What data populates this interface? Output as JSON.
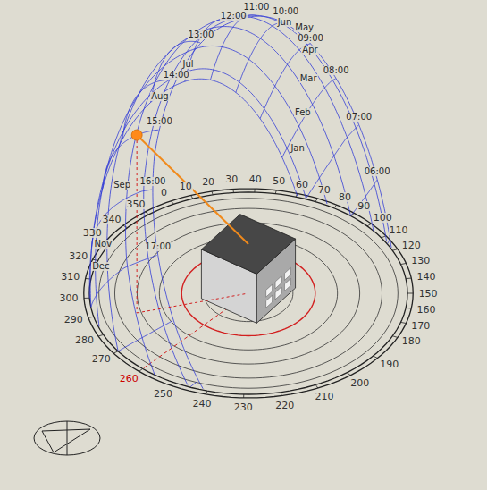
{
  "diagram": {
    "labels": [
      "06:00",
      "07:00",
      "08:00",
      "09:00",
      "10:00",
      "11:00",
      "12:00",
      "13:00",
      "14:00",
      "15:00",
      "16:00",
      "17:00",
      "Jan",
      "Feb",
      "Mar",
      "Apr",
      "May",
      "Jun",
      "Jul",
      "Aug",
      "Sep",
      "Nov",
      "Dec",
      "0",
      "10",
      "20",
      "30",
      "40",
      "50",
      "60",
      "70",
      "80",
      "90",
      "100",
      "110",
      "120",
      "130",
      "140",
      "150",
      "160",
      "170",
      "180",
      "190",
      "200",
      "210",
      "220",
      "230",
      "240",
      "250",
      "260",
      "270",
      "280",
      "290",
      "300",
      "310",
      "320",
      "330",
      "340",
      "350"
    ]
  }
}
